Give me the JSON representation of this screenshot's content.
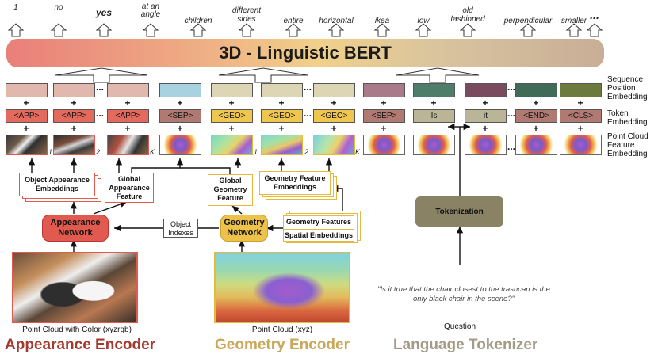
{
  "answers": [
    "1",
    "no",
    "yes",
    "at an angle",
    "children",
    "different sides",
    "entire",
    "horizontal",
    "ikea",
    "low",
    "old fashioned",
    "perpendicular",
    "smaller",
    "..."
  ],
  "bert_title": "3D - Linguistic BERT",
  "tokens": [
    "<APP>",
    "<APP>",
    "<APP>",
    "<SEP>",
    "<GEO>",
    "<GEO>",
    "<GEO>",
    "<SEP>",
    "Is",
    "it",
    "<END>",
    "<CLS>"
  ],
  "row_labels": {
    "sequence_position": "Sequence Position Embedding",
    "token": "Token Embedding",
    "point_cloud": "Point Cloud Feature Embedding"
  },
  "pc_indices": [
    "1",
    "2",
    "K",
    "1",
    "2",
    "K"
  ],
  "appearance": {
    "object_embeddings": "Object Appearance Embeddings",
    "global_feature": "Global Appearance Feature",
    "network": "Appearance Network",
    "input_caption": "Point Cloud with Color (xyzrgb)",
    "encoder_title": "Appearance Encoder"
  },
  "geometry": {
    "global_feature": "Global Geometry Feature",
    "feature_embeddings": "Geometry Feature Embeddings",
    "network": "Geometry Network",
    "features": "Geometry Features",
    "spatial": "Spatial Embeddings",
    "input_caption": "Point Cloud (xyz)",
    "encoder_title": "Geometry Encoder"
  },
  "object_indexes": "Object Indexes",
  "language": {
    "tokenization": "Tokenization",
    "question_text": "\"Is it true that the chair closest to the trashcan is the only black chair in the scene?\"",
    "question_caption": "Question",
    "encoder_title": "Language Tokenizer"
  },
  "colors": {
    "appearance_accent": "#e05a4f",
    "geometry_accent": "#ecc24a",
    "language_accent": "#8a8264",
    "appearance_title": "#a33a30",
    "geometry_title": "#c9a85c",
    "language_title": "#a39b86"
  }
}
